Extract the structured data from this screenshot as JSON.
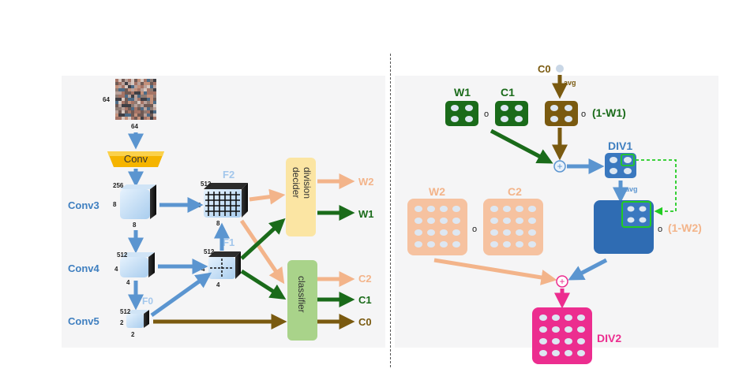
{
  "colors": {
    "blue": "#4a86c5",
    "green": "#1a6b1a",
    "brown": "#7a5a10",
    "orange": "#f3b48a",
    "pink": "#ec2d8f",
    "conv_yellow": "#f5b400",
    "decider_fill": "#fbe5a3",
    "classifier_fill": "#a9d38a",
    "dashed_green": "#22cc22"
  },
  "left": {
    "input": {
      "height_label": "64",
      "width_label": "64"
    },
    "conv": {
      "label": "Conv"
    },
    "layers": [
      {
        "name": "Conv3",
        "channels": "256",
        "h": "8",
        "w": "8"
      },
      {
        "name": "Conv4",
        "channels": "512",
        "h": "4",
        "w": "4"
      },
      {
        "name": "Conv5",
        "channels": "512",
        "h": "2",
        "w": "2"
      }
    ],
    "features": [
      {
        "name": "F2",
        "channels": "512",
        "h": "8",
        "w": "8"
      },
      {
        "name": "F1",
        "channels": "512",
        "h": "4",
        "w": "4"
      },
      {
        "name": "F0"
      }
    ],
    "decider": {
      "line1": "division",
      "line2": "decider"
    },
    "classifier": {
      "label": "classifier"
    },
    "outputs": [
      {
        "label": "W2",
        "color": "#f3b48a"
      },
      {
        "label": "W1",
        "color": "#1a6b1a"
      },
      {
        "label": "C2",
        "color": "#f3b48a"
      },
      {
        "label": "C1",
        "color": "#1a6b1a"
      },
      {
        "label": "C0",
        "color": "#7a5a10"
      }
    ]
  },
  "right": {
    "c0": "C0",
    "avg": "avg",
    "w1": "W1",
    "c1": "C1",
    "one_minus_w1": "(1-W1)",
    "div1": "DIV1",
    "w2": "W2",
    "c2": "C2",
    "one_minus_w2": "(1-W2)",
    "div2": "DIV2",
    "hadamard": "o",
    "plus": "+"
  }
}
